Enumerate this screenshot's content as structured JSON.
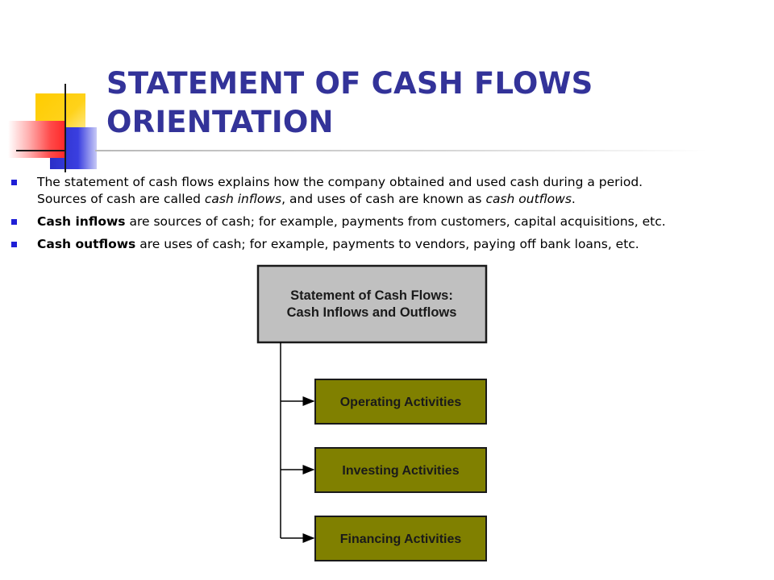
{
  "slide": {
    "title_line1": "STATEMENT OF CASH FLOWS",
    "title_line2": "ORIENTATION",
    "colors": {
      "title": "#333399",
      "bullet": "#1f1fd6",
      "root_box": "#c0c0c0",
      "child_box": "#808000"
    }
  },
  "bullets": [
    {
      "line1": "The statement of cash flows explains how the company obtained and used cash during a period.",
      "line2_pre": "Sources of cash are called ",
      "line2_em1": "cash inflows",
      "line2_mid": ", and uses of cash are known as ",
      "line2_em2": "cash outflows",
      "line2_post": "."
    },
    {
      "bold": "Cash inflows",
      "rest": " are sources of cash; for example, payments from customers, capital acquisitions, etc."
    },
    {
      "bold": "Cash outflows",
      "rest": " are uses of cash; for example, payments to vendors, paying off bank loans, etc."
    }
  ],
  "diagram": {
    "root_line1": "Statement of Cash Flows:",
    "root_line2": "Cash Inflows and Outflows",
    "children": [
      "Operating Activities",
      "Investing Activities",
      "Financing Activities"
    ]
  }
}
